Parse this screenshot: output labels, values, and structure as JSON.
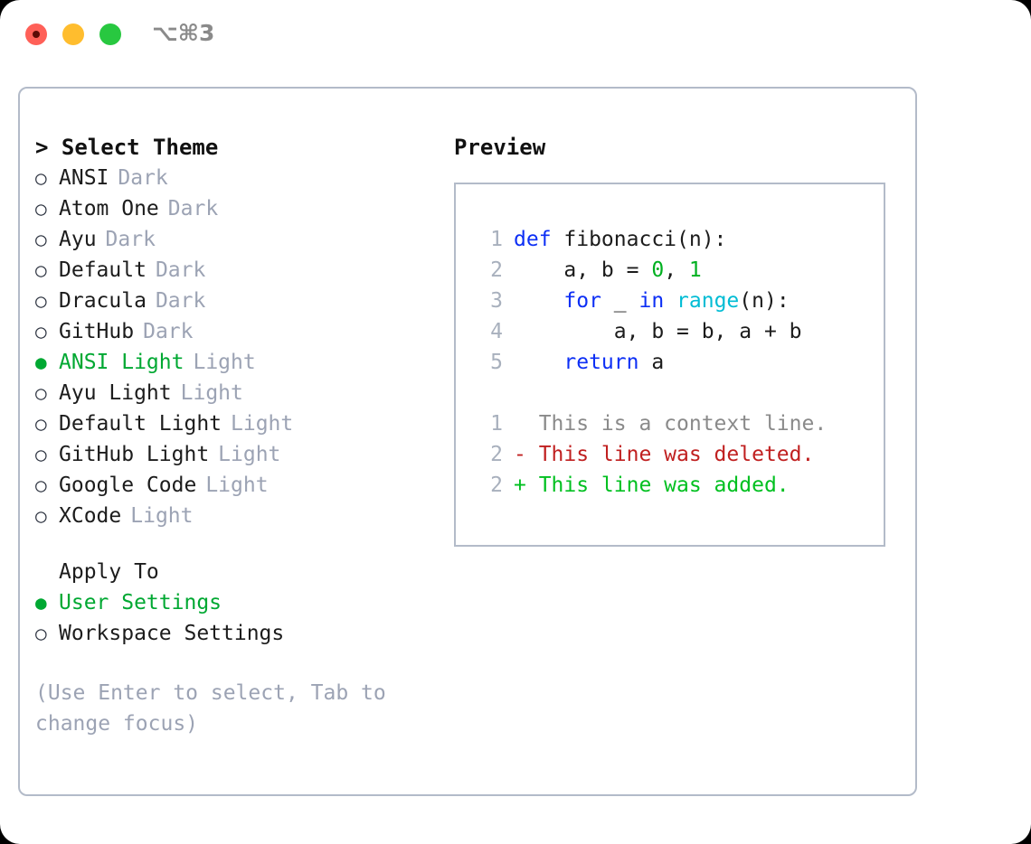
{
  "titlebar": {
    "shortcut": "⌥⌘3",
    "buttons": [
      "close",
      "minimize",
      "maximize"
    ]
  },
  "left": {
    "header": "> Select Theme",
    "themes": [
      {
        "bullet": "○",
        "name": "ANSI",
        "tag": "Dark",
        "selected": false
      },
      {
        "bullet": "○",
        "name": "Atom One",
        "tag": "Dark",
        "selected": false
      },
      {
        "bullet": "○",
        "name": "Ayu",
        "tag": "Dark",
        "selected": false
      },
      {
        "bullet": "○",
        "name": "Default",
        "tag": "Dark",
        "selected": false
      },
      {
        "bullet": "○",
        "name": "Dracula",
        "tag": "Dark",
        "selected": false
      },
      {
        "bullet": "○",
        "name": "GitHub",
        "tag": "Dark",
        "selected": false
      },
      {
        "bullet": "●",
        "name": "ANSI Light",
        "tag": "Light",
        "selected": true
      },
      {
        "bullet": "○",
        "name": "Ayu Light",
        "tag": "Light",
        "selected": false
      },
      {
        "bullet": "○",
        "name": "Default Light",
        "tag": "Light",
        "selected": false
      },
      {
        "bullet": "○",
        "name": "GitHub Light",
        "tag": "Light",
        "selected": false
      },
      {
        "bullet": "○",
        "name": "Google Code",
        "tag": "Light",
        "selected": false
      },
      {
        "bullet": "○",
        "name": "XCode",
        "tag": "Light",
        "selected": false
      }
    ],
    "apply_to_label": "Apply To",
    "apply_to": [
      {
        "bullet": "●",
        "name": "User Settings",
        "selected": true
      },
      {
        "bullet": "○",
        "name": "Workspace Settings",
        "selected": false
      }
    ],
    "hint": "(Use Enter to select, Tab to change focus)"
  },
  "right": {
    "heading": "Preview",
    "code": [
      {
        "no": "1",
        "tokens": [
          {
            "t": "def ",
            "c": "kw"
          },
          {
            "t": "fibonacci(n):",
            "c": "plain"
          }
        ]
      },
      {
        "no": "2",
        "tokens": [
          {
            "t": "    a, b = ",
            "c": "plain"
          },
          {
            "t": "0",
            "c": "num"
          },
          {
            "t": ", ",
            "c": "plain"
          },
          {
            "t": "1",
            "c": "num"
          }
        ]
      },
      {
        "no": "3",
        "tokens": [
          {
            "t": "    ",
            "c": "plain"
          },
          {
            "t": "for",
            "c": "kw"
          },
          {
            "t": " _ ",
            "c": "plain"
          },
          {
            "t": "in",
            "c": "kw"
          },
          {
            "t": " ",
            "c": "plain"
          },
          {
            "t": "range",
            "c": "fn"
          },
          {
            "t": "(n):",
            "c": "plain"
          }
        ]
      },
      {
        "no": "4",
        "tokens": [
          {
            "t": "        a, b = b, a + b",
            "c": "plain"
          }
        ]
      },
      {
        "no": "5",
        "tokens": [
          {
            "t": "    ",
            "c": "plain"
          },
          {
            "t": "return",
            "c": "kw"
          },
          {
            "t": " a",
            "c": "plain"
          }
        ]
      }
    ],
    "diff": [
      {
        "no": "1",
        "marker": "  ",
        "text": "This is a context line.",
        "kind": "ctx"
      },
      {
        "no": "2",
        "marker": "- ",
        "text": "This line was deleted.",
        "kind": "del"
      },
      {
        "no": "2",
        "marker": "+ ",
        "text": "This line was added.",
        "kind": "add"
      }
    ]
  },
  "colors": {
    "accent_green": "#00a832",
    "muted": "#9ca3b4",
    "keyword": "#0d2ff5",
    "function": "#00bcd4",
    "number": "#00b020",
    "diff_add": "#00c020",
    "diff_del": "#c02020",
    "border": "#b3bbc9"
  }
}
